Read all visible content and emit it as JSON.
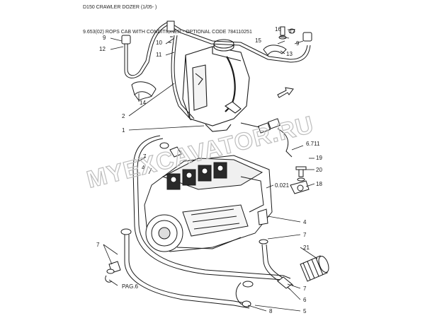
{
  "header": {
    "line1": "D150 CRAWLER DOZER (1/05- )",
    "line2": "9.653(02) ROPS CAB WITH CONDITIONER - OPTIONAL CODE 784110251"
  },
  "watermark": "MYEXCAVATOR.RU",
  "callouts": {
    "c9a": "9",
    "c12": "12",
    "c14": "14",
    "c2": "2",
    "c1": "1",
    "c10": "10",
    "c11": "11",
    "c16": "16",
    "c17": "17",
    "c15": "15",
    "c9b": "9",
    "c13": "13",
    "c7a": "7",
    "c4a": "4",
    "c6711": "6.711",
    "c19": "19",
    "c20": "20",
    "c18": "18",
    "c0021": "0.021",
    "c4b": "4",
    "c7b": "7",
    "c21": "21",
    "c7c": "7",
    "c7d": "7",
    "c6": "6",
    "c5": "5",
    "c8": "8",
    "pag6": "PAG.6"
  },
  "colors": {
    "line": "#1a1a1a",
    "watermark": "#c8c8c8"
  }
}
